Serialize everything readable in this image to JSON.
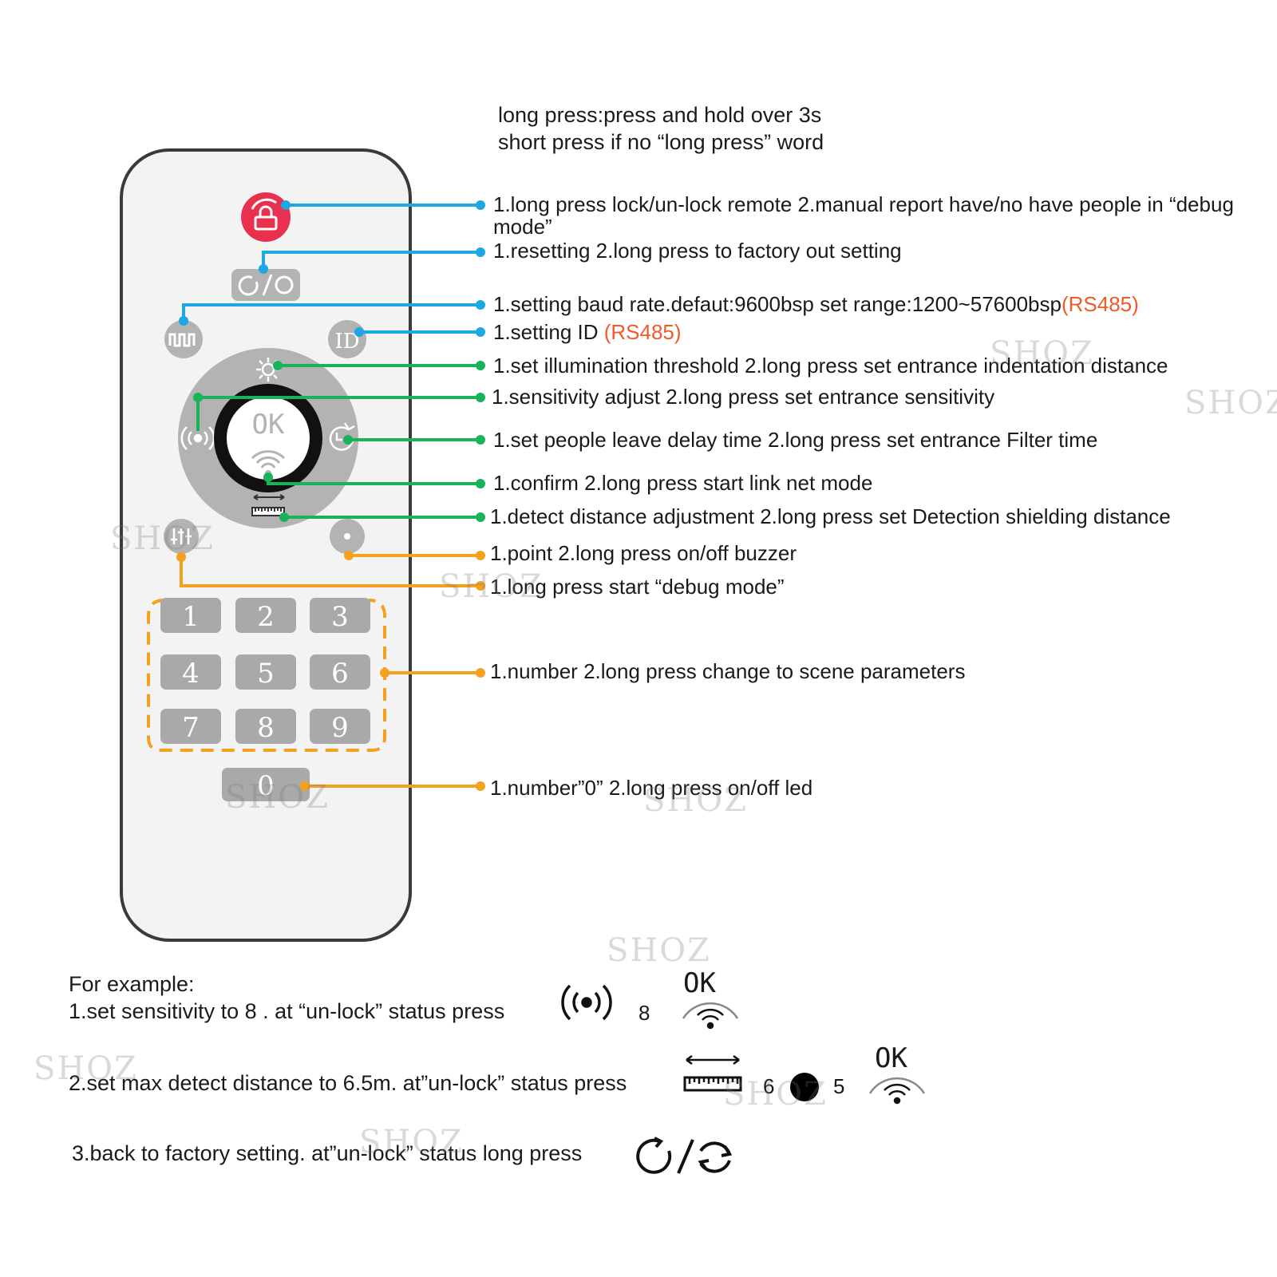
{
  "legend_note": {
    "line1": "long press:press and hold over 3s",
    "line2": "short press if no “long press” word"
  },
  "keypad": [
    "1",
    "2",
    "3",
    "4",
    "5",
    "6",
    "7",
    "8",
    "9"
  ],
  "zero_key": "0",
  "ok_label": "OK",
  "id_label": "ID",
  "annotations": {
    "lock": "1.long press lock/un-lock remote 2.manual report have/no have people in “debug mode”",
    "reset": "1.resetting 2.long press to factory out setting",
    "baud_main": "1.setting baud rate.defaut:9600bsp  set range:1200~57600bsp",
    "baud_rs": "(RS485)",
    "id_main": "1.setting ID ",
    "id_rs": "(RS485)",
    "illumination": "1.set illumination threshold 2.long press set entrance indentation distance",
    "sensitivity": "1.sensitivity adjust 2.long press set entrance sensitivity",
    "leave_delay": "1.set people leave delay time 2.long press set entrance Filter time",
    "confirm": "1.confirm 2.long press start link net mode",
    "distance": "1.detect distance adjustment 2.long press set Detection shielding distance",
    "point": "1.point 2.long press on/off buzzer",
    "debug": "1.long press start “debug mode”",
    "number": "1.number  2.long press change to scene parameters",
    "number_zero": "1.number”0”  2.long press on/off led"
  },
  "examples": {
    "heading": "For example:",
    "ex1_text": "1.set sensitivity to 8 .   at “un-lock” status press",
    "ex1_num": "8",
    "ex2_text": "2.set max detect distance to 6.5m.  at”un-lock” status press",
    "ex2_num1": "6",
    "ex2_num2": "5",
    "ex3_text": "3.back to factory setting.   at”un-lock” status long press"
  },
  "watermark": "SHOZ",
  "colors": {
    "blue_leader": "#1ea7e1",
    "green_leader": "#19b35a",
    "orange_leader": "#f4a11d",
    "lock_red": "#e8304f",
    "key_gray": "#a9a9a9",
    "rs485": "#ef5a28"
  }
}
